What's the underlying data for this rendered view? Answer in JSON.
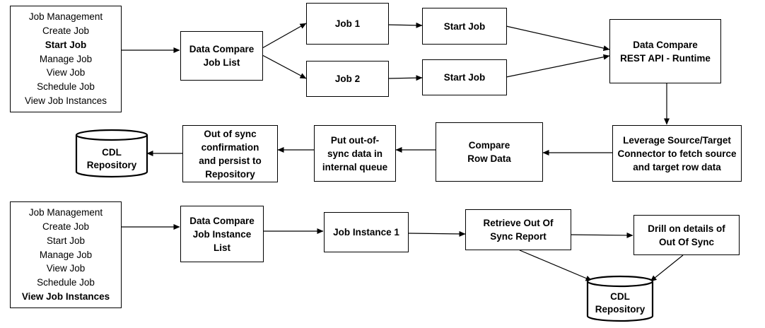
{
  "menu_start": {
    "items": [
      "Job Management",
      "Create Job",
      "Start Job",
      "Manage Job",
      "View Job",
      "Schedule Job",
      "View Job Instances"
    ],
    "active": "Start Job"
  },
  "menu_view": {
    "items": [
      "Job Management",
      "Create Job",
      "Start Job",
      "Manage Job",
      "View Job",
      "Schedule Job",
      "View Job Instances"
    ],
    "active": "View Job Instances"
  },
  "nodes": {
    "data_compare_job_list": "Data Compare\nJob List",
    "job1": "Job 1",
    "job2": "Job 2",
    "start_job_1": "Start Job",
    "start_job_2": "Start Job",
    "rest_api": "Data Compare\nREST API - Runtime",
    "leverage_connector": "Leverage Source/Target\nConnector to fetch source\nand target row data",
    "compare_row_data": "Compare\nRow Data",
    "put_queue": "Put out-of-\nsync data in\ninternal queue",
    "out_of_sync_confirm": "Out of sync\nconfirmation\nand persist to\nRepository",
    "cdl_repo_top": "CDL\nRepository",
    "job_instance_list": "Data Compare\nJob Instance\nList",
    "job_instance_1": "Job Instance 1",
    "retrieve_report": "Retrieve Out Of\nSync Report",
    "drill_details": "Drill on details of\nOut Of Sync",
    "cdl_repo_bottom": "CDL\nRepository"
  }
}
